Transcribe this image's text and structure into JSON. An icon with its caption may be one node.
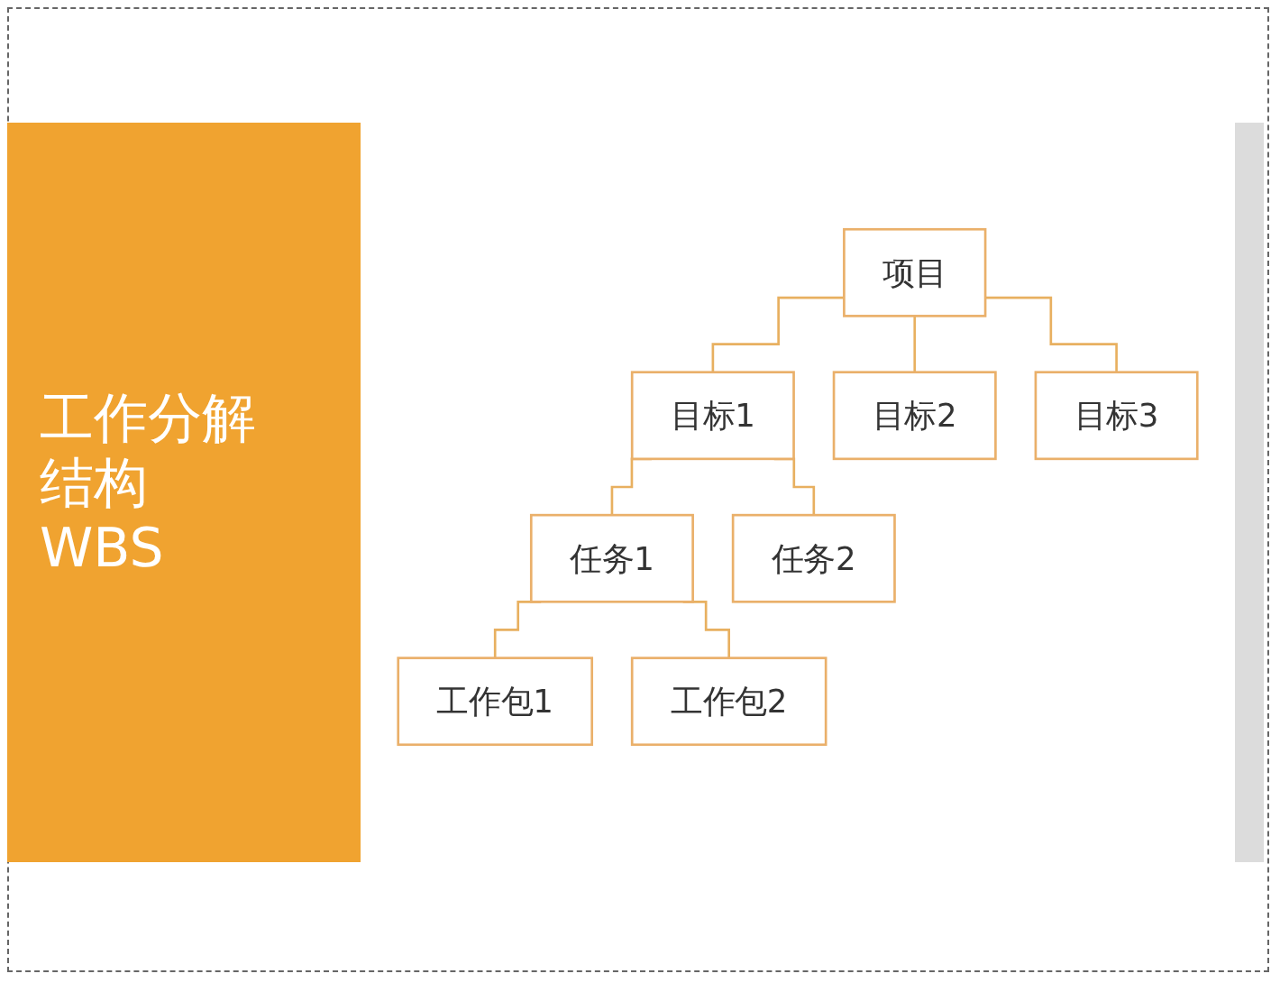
{
  "diagram": {
    "title": "工作分解结构WBS",
    "nodes": [
      {
        "text": [
          "项目"
        ]
      },
      {
        "text": [
          "目标1"
        ]
      },
      {
        "text": [
          "目标2"
        ]
      },
      {
        "text": [
          "目标3"
        ]
      },
      {
        "text": [
          "任务1"
        ]
      },
      {
        "text": [
          "任务2"
        ]
      },
      {
        "text": [
          "工作包1"
        ]
      },
      {
        "text": [
          "工作包2"
        ]
      }
    ],
    "edges": [
      {
        "from": 0,
        "to": 1,
        "arrow": "none"
      },
      {
        "from": 0,
        "to": 2,
        "arrow": "none"
      },
      {
        "from": 0,
        "to": 3,
        "arrow": "none"
      },
      {
        "from": 1,
        "to": 4,
        "arrow": "none"
      },
      {
        "from": 1,
        "to": 5,
        "arrow": "none"
      },
      {
        "from": 4,
        "to": 6,
        "arrow": "none"
      },
      {
        "from": 4,
        "to": 7,
        "arrow": "none"
      }
    ]
  }
}
